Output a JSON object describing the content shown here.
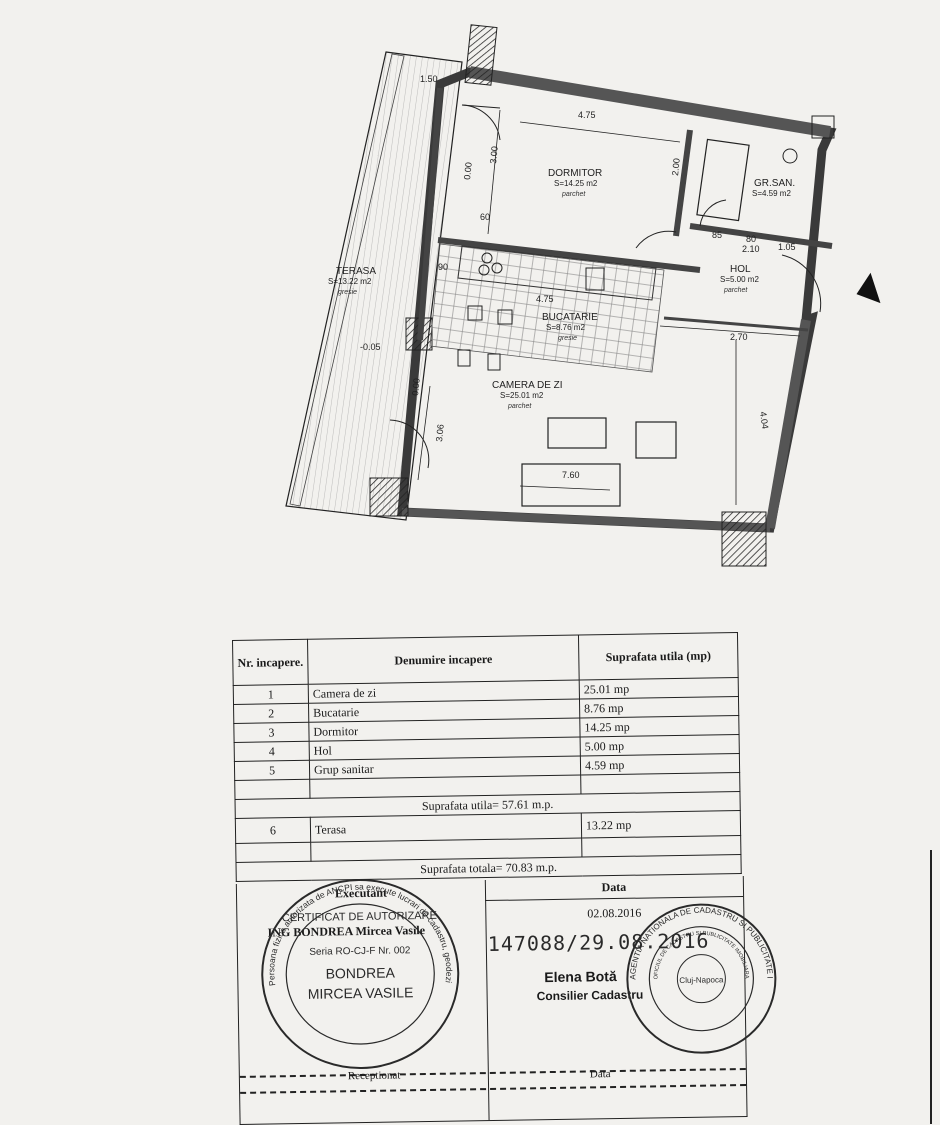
{
  "plan": {
    "rooms": {
      "dormitor": {
        "name": "DORMITOR",
        "area": "S=14.25 m2",
        "finish": "parchet"
      },
      "grup_sanitar": {
        "name": "GR.SAN.",
        "area": "S=4.59 m2"
      },
      "hol": {
        "name": "HOL",
        "area": "S=5.00 m2",
        "finish": "parchet"
      },
      "bucatarie": {
        "name": "BUCATARIE",
        "area": "S=8.76 m2",
        "finish": "gresie"
      },
      "camera_de_zi": {
        "name": "CAMERA DE ZI",
        "area": "S=25.01 m2",
        "finish": "parchet"
      },
      "terasa": {
        "name": "TERASA",
        "area": "S=13.22 m2",
        "finish": "gresie"
      }
    },
    "dimensions": [
      "4.75",
      "3.00",
      "2.00",
      "4.75",
      "2.70",
      "4.04",
      "3.06",
      "7.60",
      "0.00",
      "0.00",
      "-0.05",
      "1.50",
      "2.10",
      "1.05",
      "80",
      "85",
      "60",
      "90"
    ]
  },
  "table": {
    "headers": {
      "nr": "Nr. incapere.",
      "name": "Denumire incapere",
      "area": "Suprafata utila (mp)"
    },
    "rows": [
      {
        "nr": "1",
        "name": "Camera de zi",
        "area": "25.01 mp"
      },
      {
        "nr": "2",
        "name": "Bucatarie",
        "area": "8.76 mp"
      },
      {
        "nr": "3",
        "name": "Dormitor",
        "area": "14.25 mp"
      },
      {
        "nr": "4",
        "name": "Hol",
        "area": "5.00 mp"
      },
      {
        "nr": "5",
        "name": "Grup sanitar",
        "area": "4.59 mp"
      }
    ],
    "suprafata_utila": "Suprafata utila= 57.61 m.p.",
    "terasa_row": {
      "nr": "6",
      "name": "Terasa",
      "area": "13.22 mp"
    },
    "suprafata_totala": "Suprafata totala= 70.83 m.p.",
    "executant_label": "Executant",
    "executant_name": "ING BONDREA Mircea Vasile",
    "data_label": "Data",
    "date": "02.08.2016",
    "registration": "147088/29.08.2016",
    "reviewer_name": "Elena Botă",
    "reviewer_role": "Consilier Cadastru",
    "receptionat_label": "Receptionat",
    "data_label_2": "Data"
  },
  "stamp_left": {
    "title": "CERTIFICAT DE AUTORIZARE",
    "series": "Seria RO-CJ-F Nr. 002",
    "name_line1": "BONDREA",
    "name_line2": "MIRCEA VASILE",
    "ring": "Persoana fizica autorizata de ANCPI sa execute lucrari de cadastru, geodezie, cartografie"
  },
  "stamp_right": {
    "center": "Cluj-Napoca",
    "ring": "AGENTIA NATIONALA DE CADASTRU SI PUBLICITATE IMOBILIARA",
    "inner": "OFICIUL DE CADASTRU SI PUBLICITATE IMOBILIARA CLUJ"
  },
  "colors": {
    "ink": "#1a1a1a",
    "paper": "#f2f1ee",
    "wall": "#555555",
    "hatch": "#333333"
  }
}
